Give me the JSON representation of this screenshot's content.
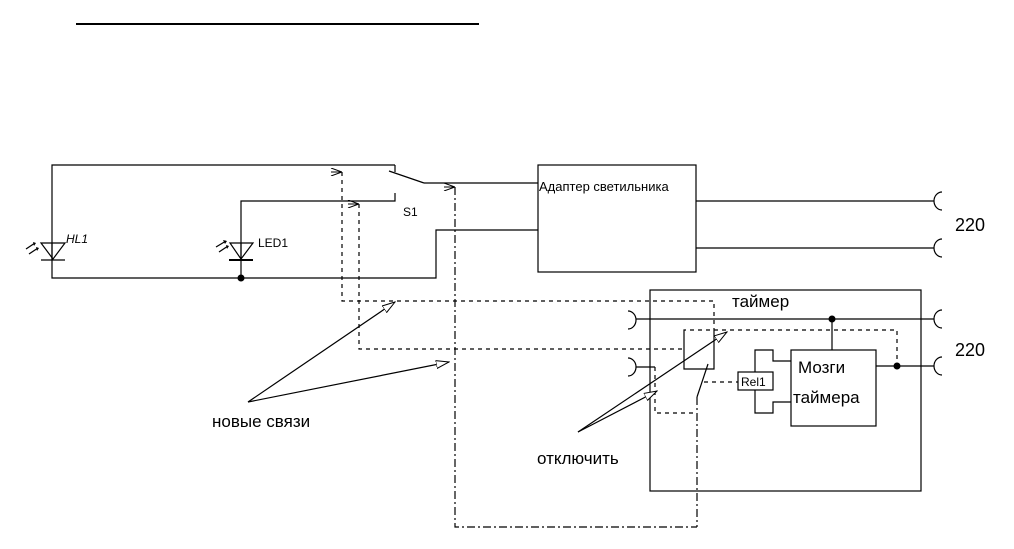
{
  "diagram": {
    "components": {
      "hl1": {
        "label": "HL1"
      },
      "led1": {
        "label": "LED1"
      },
      "s1": {
        "label": "S1"
      },
      "adapter": {
        "label": "Адаптер светильника"
      },
      "timer": {
        "label": "таймер"
      },
      "brain": {
        "line1": "Мозги",
        "line2": "таймера"
      },
      "relay": {
        "label": "Rel1"
      }
    },
    "power_labels": {
      "adapter_mains": "220",
      "timer_mains": "220"
    },
    "annotations": {
      "new_links": "новые связи",
      "disconnect": "отключить"
    }
  }
}
